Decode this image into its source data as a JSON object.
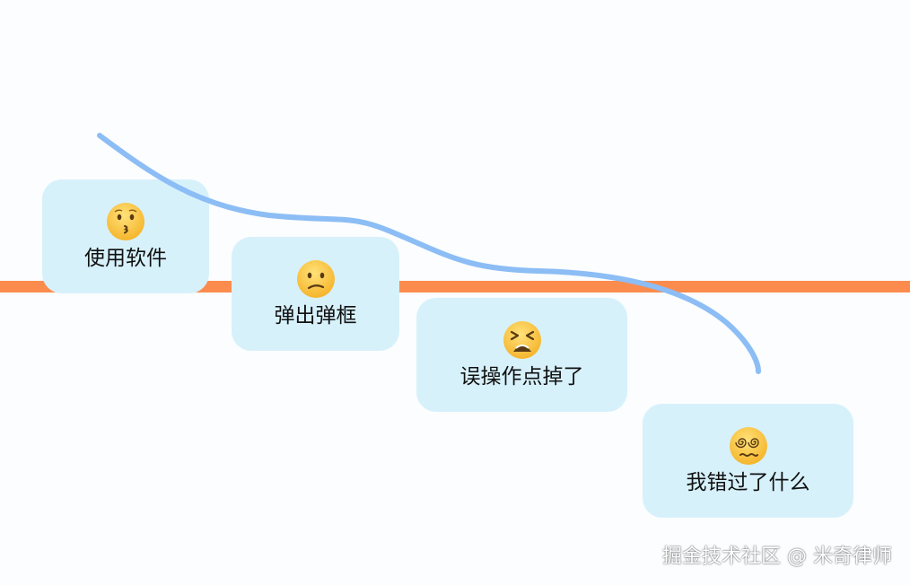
{
  "steps": [
    {
      "label": "使用软件",
      "icon": "kissing-face-icon"
    },
    {
      "label": "弹出弹框",
      "icon": "confused-face-icon"
    },
    {
      "label": "误操作点掉了",
      "icon": "tired-face-icon"
    },
    {
      "label": "我错过了什么",
      "icon": "dizzy-face-icon"
    }
  ],
  "watermark": "掘金技术社区 @ 米奇律师",
  "colors": {
    "timeline": "#fb8c4e",
    "card_background": "#d7f1fb",
    "curve": "#8cbdf5",
    "emoji_fill": "#f8c13a"
  }
}
